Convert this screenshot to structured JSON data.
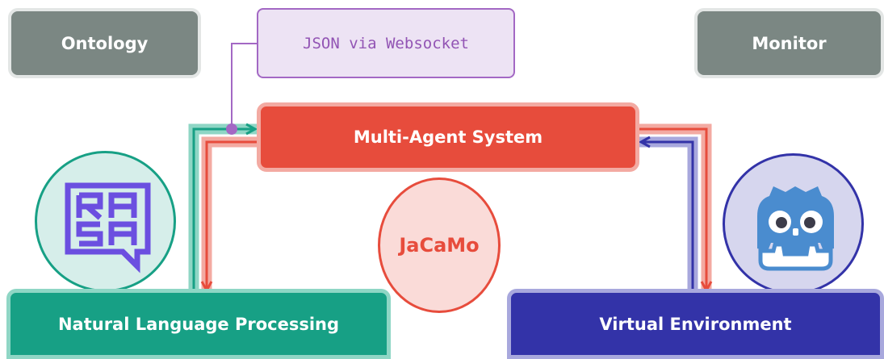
{
  "nodes": {
    "ontology": "Ontology",
    "monitor": "Monitor",
    "json_websocket": "JSON via Websocket",
    "mas": "Multi-Agent System",
    "jacamo": "JaCaMo",
    "nlp": "Natural Language Processing",
    "virtual_env": "Virtual Environment"
  },
  "logos": {
    "rasa": "RASA"
  },
  "colors": {
    "gray": "#7b8783",
    "purple": "#a368c4",
    "red": "#e74c3c",
    "teal": "#17a085",
    "navy": "#3333a8"
  },
  "icons": {
    "rasa": "rasa-logo-icon",
    "godot": "godot-logo-icon"
  }
}
